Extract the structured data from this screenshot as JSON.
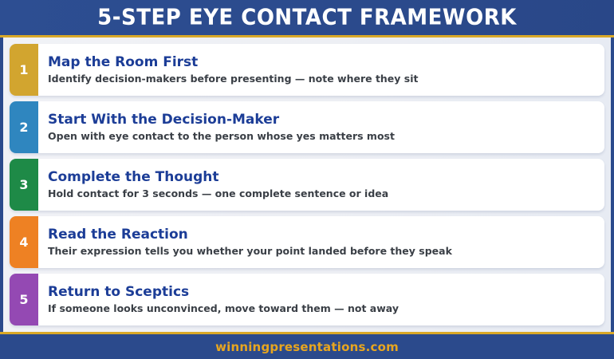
{
  "header": {
    "title": "5-STEP EYE CONTACT FRAMEWORK"
  },
  "steps": [
    {
      "number": "1",
      "color": "#D2A52F",
      "title": "Map the Room First",
      "description": "Identify decision-makers before presenting — note where they sit"
    },
    {
      "number": "2",
      "color": "#2F86BF",
      "title": "Start With the Decision-Maker",
      "description": "Open with eye contact to the person whose yes matters most"
    },
    {
      "number": "3",
      "color": "#1E8A47",
      "title": "Complete the Thought",
      "description": "Hold contact for 3 seconds — one complete sentence or idea"
    },
    {
      "number": "4",
      "color": "#EE8123",
      "title": "Read the Reaction",
      "description": "Their expression tells you whether your point landed before they speak"
    },
    {
      "number": "5",
      "color": "#9449B3",
      "title": "Return to Sceptics",
      "description": "If someone looks unconvinced, move toward them — not away"
    }
  ],
  "footer": {
    "site": "winningpresentations.com"
  },
  "colors": {
    "navy": "#2B4A8C",
    "gold_accent": "#D9A827",
    "background": "#EDEFF4",
    "title_blue": "#1C3D97",
    "description_gray": "#3A3F46",
    "footer_gold": "#E8A61F",
    "card_white": "#FFFFFF"
  }
}
